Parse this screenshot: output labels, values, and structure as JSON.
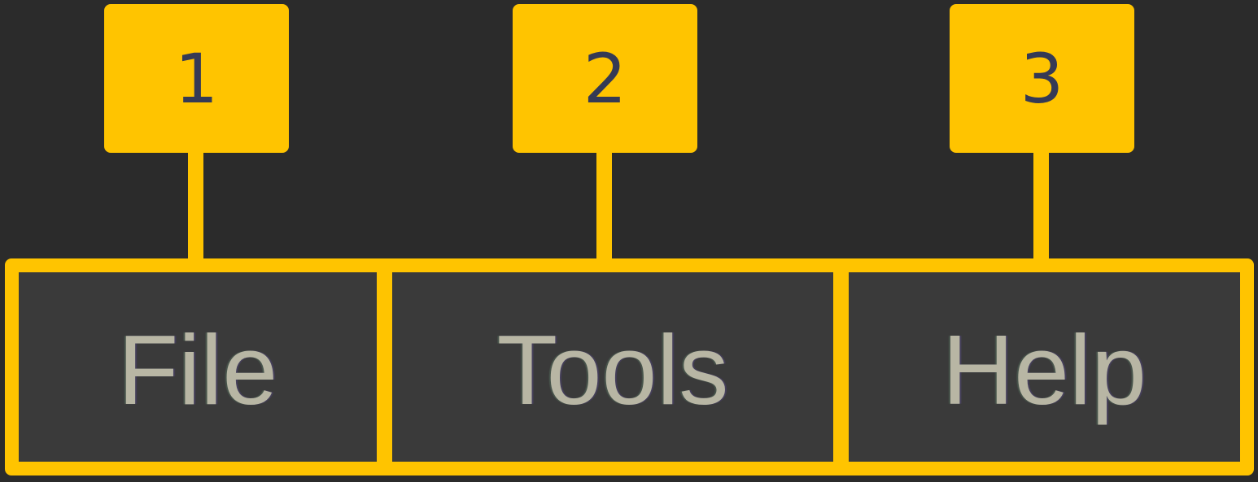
{
  "callouts": [
    {
      "number": "1"
    },
    {
      "number": "2"
    },
    {
      "number": "3"
    }
  ],
  "menu": {
    "items": [
      {
        "label": "File"
      },
      {
        "label": "Tools"
      },
      {
        "label": "Help"
      }
    ]
  },
  "colors": {
    "background": "#2b2b2b",
    "highlight": "#ffc400",
    "menu_background": "#3a3a3a",
    "menu_text": "#b8b6a4",
    "callout_text": "#353a55"
  }
}
